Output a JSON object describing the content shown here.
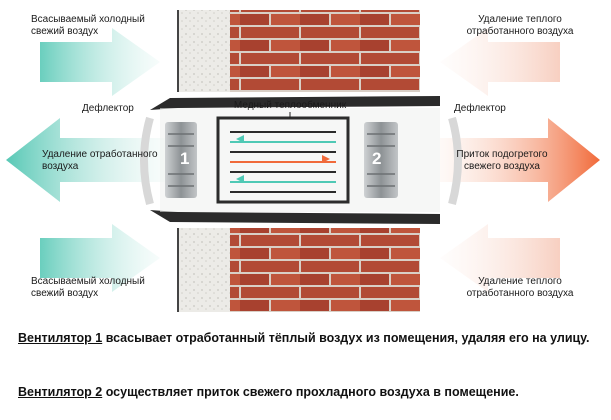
{
  "labels": {
    "intake_cold_top": "Всасываемый холодный свежий воздух",
    "exhaust_warm_top": "Удаление теплого отработанного воздуха",
    "deflector_left": "Дефлектор",
    "heat_exchanger": "Медный теплообменник",
    "deflector_right": "Дефлектор",
    "exhaust_spent": "Удаление отработанного воздуха",
    "supply_heated": "Приток подогретого свежего воздуха",
    "intake_cold_bottom": "Всасываемый холодный свежий воздух",
    "exhaust_warm_bottom": "Удаление теплого отработанного воздуха"
  },
  "fans": {
    "fan1": "1",
    "fan2": "2"
  },
  "caption": {
    "line1_title": "Вентилятор 1",
    "line1_text": " всасывает отработанный тёплый воздух из помещения, удаляя его на улицу.",
    "line2_title": "Вентилятор 2",
    "line2_text": " осуществляет приток свежего прохладного воздуха в помещение."
  },
  "colors": {
    "cold_air": "#4fc9b5",
    "warm_air": "#f06a3a",
    "brick": "#b24a35",
    "duct": "#2b2b2b"
  }
}
